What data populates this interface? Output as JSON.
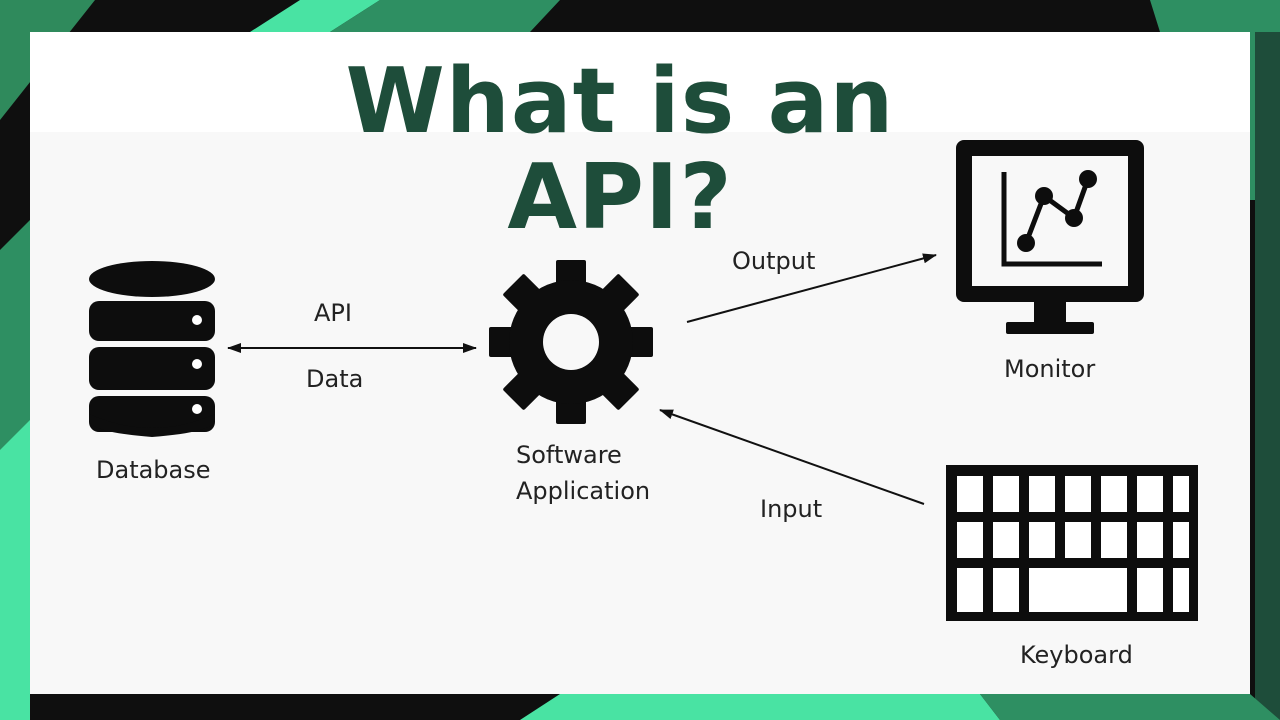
{
  "page": {
    "title": "What is an API?",
    "colors": {
      "title": "#1e4d3a",
      "accent_green": "#49e3a3",
      "dark_green": "#2f8a5c",
      "frame_dark": "#0f0f0f",
      "icon": "#0d0d0d"
    }
  },
  "diagram": {
    "nodes": [
      {
        "id": "database",
        "label": "Database",
        "icon": "database-icon"
      },
      {
        "id": "software",
        "label_lines": [
          "Software",
          "Application"
        ],
        "icon": "gear-icon"
      },
      {
        "id": "monitor",
        "label": "Monitor",
        "icon": "monitor-chart-icon"
      },
      {
        "id": "keyboard",
        "label": "Keyboard",
        "icon": "keyboard-icon"
      }
    ],
    "edges": [
      {
        "from": "database",
        "to": "software",
        "direction": "both",
        "labels": [
          "API",
          "Data"
        ]
      },
      {
        "from": "software",
        "to": "monitor",
        "direction": "forward",
        "label": "Output"
      },
      {
        "from": "keyboard",
        "to": "software",
        "direction": "forward",
        "label": "Input"
      }
    ]
  }
}
